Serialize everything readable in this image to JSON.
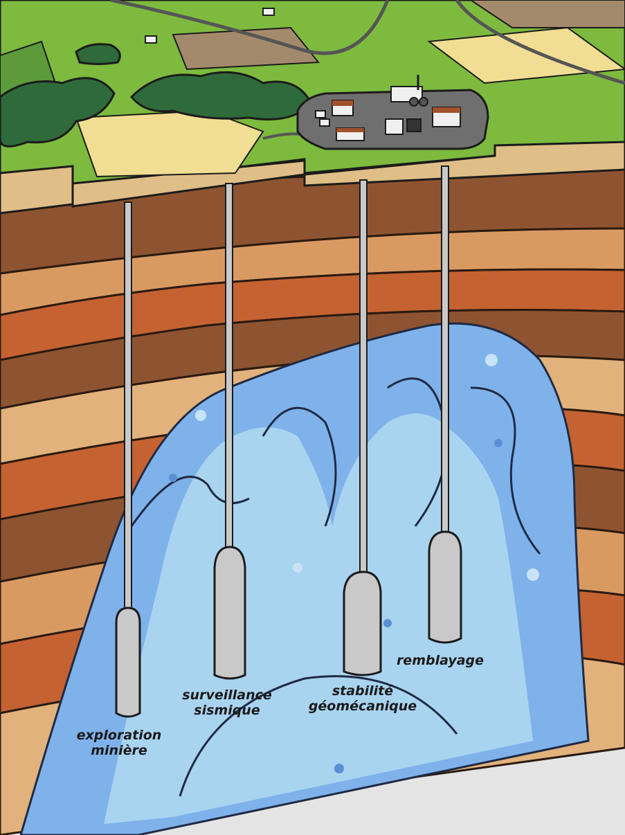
{
  "labels": {
    "probe1": [
      "exploration",
      "minière"
    ],
    "probe2": [
      "surveillance",
      "sismique"
    ],
    "probe3": [
      "stabilité",
      "géomécanique"
    ],
    "probe4": [
      "remblayage"
    ]
  },
  "colors": {
    "layer_dark": "#8e5431",
    "layer_orange": "#c56232",
    "layer_tan": "#d99a62",
    "layer_light": "#e2b27c",
    "grass": "#7dba3e",
    "field_yellow": "#f1de92",
    "field_brown": "#a48a6c",
    "tree": "#2f6a3a",
    "water_outer": "#7fb2ea",
    "water_inner": "#a9d4f0",
    "platform": "#6f6f6f",
    "probe": "#c9c9c9",
    "floor": "#ececec"
  }
}
